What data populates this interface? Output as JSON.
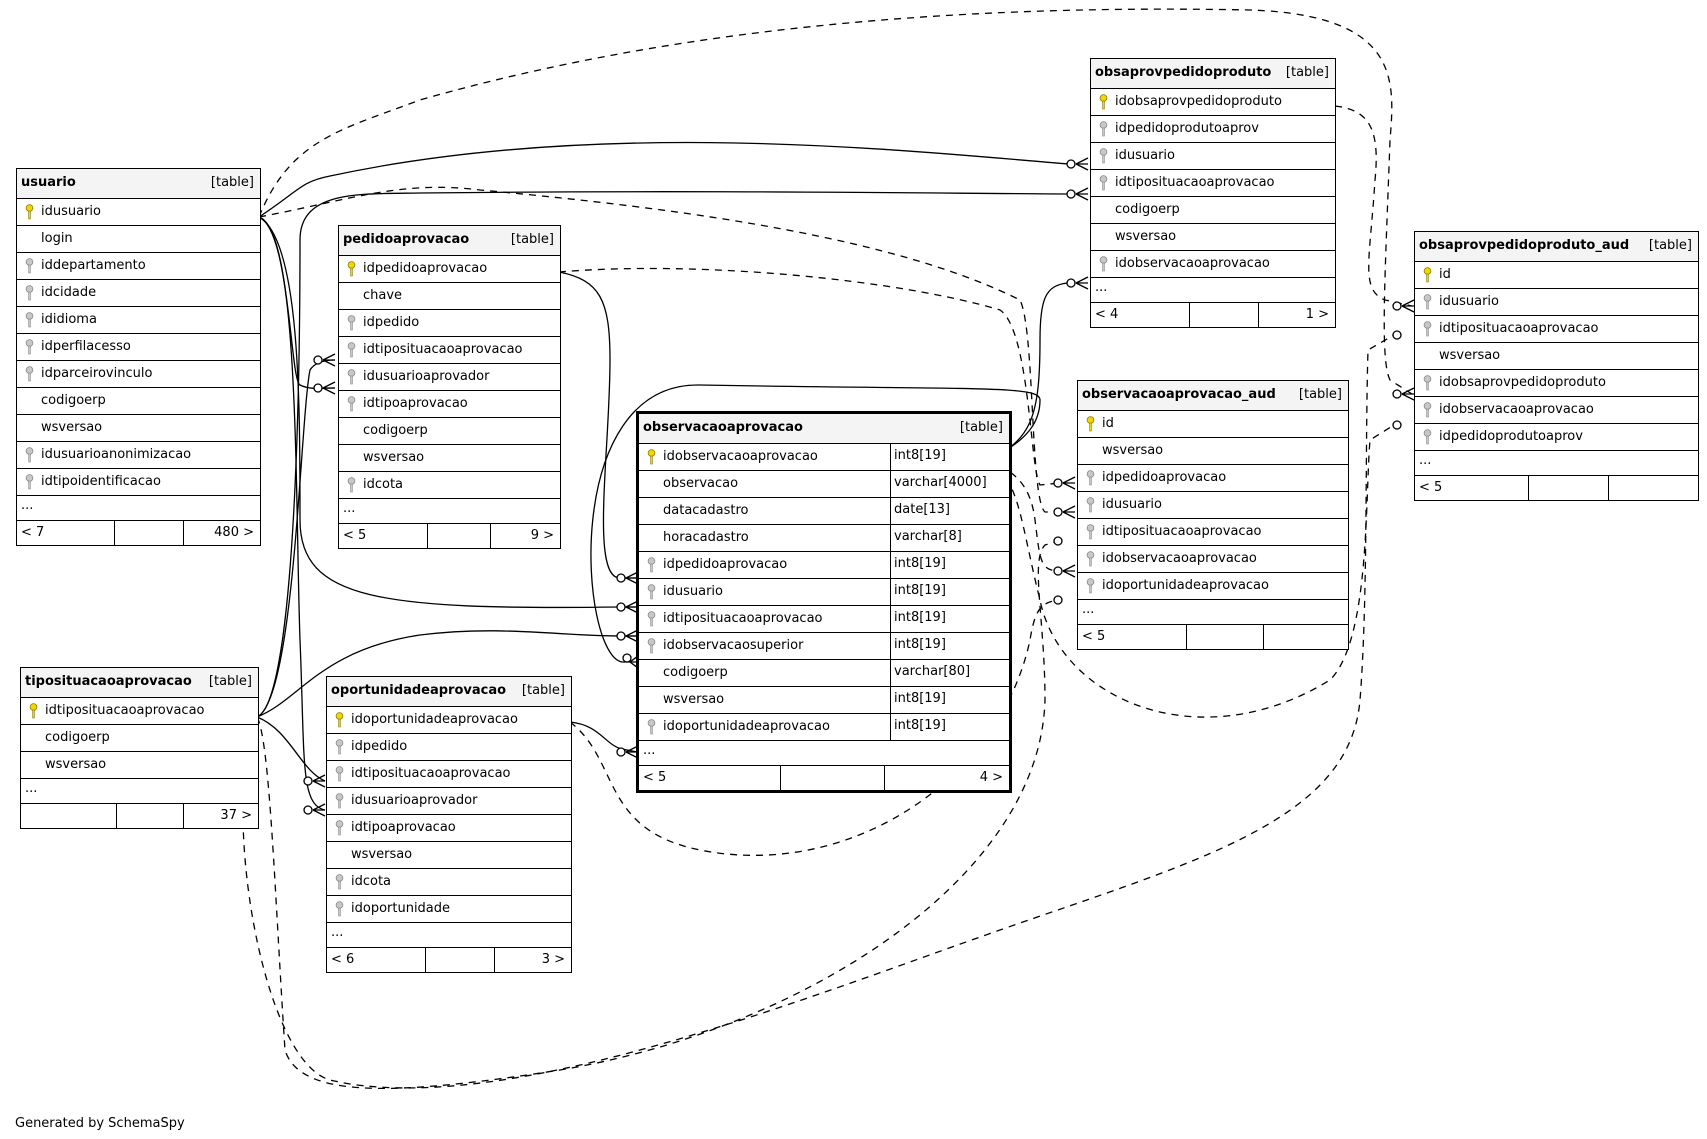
{
  "credit": "Generated by SchemaSpy",
  "table_type_label": "[table]",
  "ellipsis": "...",
  "tables": {
    "usuario": {
      "name": "usuario",
      "columns": [
        {
          "name": "idusuario",
          "key": "primary"
        },
        {
          "name": "login",
          "key": "none"
        },
        {
          "name": "iddepartamento",
          "key": "foreign"
        },
        {
          "name": "idcidade",
          "key": "foreign"
        },
        {
          "name": "ididioma",
          "key": "foreign"
        },
        {
          "name": "idperfilacesso",
          "key": "foreign"
        },
        {
          "name": "idparceirovinculo",
          "key": "foreign"
        },
        {
          "name": "codigoerp",
          "key": "none"
        },
        {
          "name": "wsversao",
          "key": "none"
        },
        {
          "name": "idusuarioanonimizacao",
          "key": "foreign"
        },
        {
          "name": "idtipoidentificacao",
          "key": "foreign"
        }
      ],
      "footer_left": "< 7",
      "footer_right": "480 >"
    },
    "tiposituacaoaprovacao": {
      "name": "tiposituacaoaprovacao",
      "columns": [
        {
          "name": "idtiposituacaoaprovacao",
          "key": "primary"
        },
        {
          "name": "codigoerp",
          "key": "none"
        },
        {
          "name": "wsversao",
          "key": "none"
        }
      ],
      "footer_left": "",
      "footer_right": "37 >"
    },
    "pedidoaprovacao": {
      "name": "pedidoaprovacao",
      "columns": [
        {
          "name": "idpedidoaprovacao",
          "key": "primary"
        },
        {
          "name": "chave",
          "key": "none"
        },
        {
          "name": "idpedido",
          "key": "foreign"
        },
        {
          "name": "idtiposituacaoaprovacao",
          "key": "foreign"
        },
        {
          "name": "idusuarioaprovador",
          "key": "foreign"
        },
        {
          "name": "idtipoaprovacao",
          "key": "foreign"
        },
        {
          "name": "codigoerp",
          "key": "none"
        },
        {
          "name": "wsversao",
          "key": "none"
        },
        {
          "name": "idcota",
          "key": "foreign"
        }
      ],
      "footer_left": "< 5",
      "footer_right": "9 >"
    },
    "oportunidadeaprovacao": {
      "name": "oportunidadeaprovacao",
      "columns": [
        {
          "name": "idoportunidadeaprovacao",
          "key": "primary"
        },
        {
          "name": "idpedido",
          "key": "foreign"
        },
        {
          "name": "idtiposituacaoaprovacao",
          "key": "foreign"
        },
        {
          "name": "idusuarioaprovador",
          "key": "foreign"
        },
        {
          "name": "idtipoaprovacao",
          "key": "foreign"
        },
        {
          "name": "wsversao",
          "key": "none"
        },
        {
          "name": "idcota",
          "key": "foreign"
        },
        {
          "name": "idoportunidade",
          "key": "foreign"
        }
      ],
      "footer_left": "< 6",
      "footer_right": "3 >"
    },
    "observacaoaprovacao": {
      "name": "observacaoaprovacao",
      "columns": [
        {
          "name": "idobservacaoaprovacao",
          "key": "primary",
          "type": "int8[19]"
        },
        {
          "name": "observacao",
          "key": "none",
          "type": "varchar[4000]"
        },
        {
          "name": "datacadastro",
          "key": "none",
          "type": "date[13]"
        },
        {
          "name": "horacadastro",
          "key": "none",
          "type": "varchar[8]"
        },
        {
          "name": "idpedidoaprovacao",
          "key": "foreign",
          "type": "int8[19]"
        },
        {
          "name": "idusuario",
          "key": "foreign",
          "type": "int8[19]"
        },
        {
          "name": "idtiposituacaoaprovacao",
          "key": "foreign",
          "type": "int8[19]"
        },
        {
          "name": "idobservacaosuperior",
          "key": "foreign",
          "type": "int8[19]"
        },
        {
          "name": "codigoerp",
          "key": "none",
          "type": "varchar[80]"
        },
        {
          "name": "wsversao",
          "key": "none",
          "type": "int8[19]"
        },
        {
          "name": "idoportunidadeaprovacao",
          "key": "foreign",
          "type": "int8[19]"
        }
      ],
      "footer_left": "< 5",
      "footer_right": "4 >"
    },
    "obsaprovpedidoproduto": {
      "name": "obsaprovpedidoproduto",
      "columns": [
        {
          "name": "idobsaprovpedidoproduto",
          "key": "primary"
        },
        {
          "name": "idpedidoprodutoaprov",
          "key": "foreign"
        },
        {
          "name": "idusuario",
          "key": "foreign"
        },
        {
          "name": "idtiposituacaoaprovacao",
          "key": "foreign"
        },
        {
          "name": "codigoerp",
          "key": "none"
        },
        {
          "name": "wsversao",
          "key": "none"
        },
        {
          "name": "idobservacaoaprovacao",
          "key": "foreign"
        }
      ],
      "footer_left": "< 4",
      "footer_right": "1 >"
    },
    "observacaoaprovacao_aud": {
      "name": "observacaoaprovacao_aud",
      "columns": [
        {
          "name": "id",
          "key": "primary"
        },
        {
          "name": "wsversao",
          "key": "none"
        },
        {
          "name": "idpedidoaprovacao",
          "key": "foreign"
        },
        {
          "name": "idusuario",
          "key": "foreign"
        },
        {
          "name": "idtiposituacaoaprovacao",
          "key": "foreign"
        },
        {
          "name": "idobservacaoaprovacao",
          "key": "foreign"
        },
        {
          "name": "idoportunidadeaprovacao",
          "key": "foreign"
        }
      ],
      "footer_left": "< 5",
      "footer_right": ""
    },
    "obsaprovpedidoproduto_aud": {
      "name": "obsaprovpedidoproduto_aud",
      "columns": [
        {
          "name": "id",
          "key": "primary"
        },
        {
          "name": "idusuario",
          "key": "foreign"
        },
        {
          "name": "idtiposituacaoaprovacao",
          "key": "foreign"
        },
        {
          "name": "wsversao",
          "key": "none"
        },
        {
          "name": "idobsaprovpedidoproduto",
          "key": "foreign"
        },
        {
          "name": "idobservacaoaprovacao",
          "key": "foreign"
        },
        {
          "name": "idpedidoprodutoaprov",
          "key": "foreign"
        }
      ],
      "footer_left": "< 5",
      "footer_right": ""
    }
  },
  "relationships": [
    {
      "from": "usuario.idusuario",
      "to": "obsaprovpedidoproduto.idusuario",
      "style": "solid"
    },
    {
      "from": "tiposituacaoaprovacao.idtiposituacaoaprovacao",
      "to": "obsaprovpedidoproduto.idtiposituacaoaprovacao",
      "style": "solid"
    },
    {
      "from": "observacaoaprovacao.idobservacaoaprovacao",
      "to": "obsaprovpedidoproduto.idobservacaoaprovacao",
      "style": "solid"
    },
    {
      "from": "usuario.idusuario",
      "to": "pedidoaprovacao.idusuarioaprovador",
      "style": "solid"
    },
    {
      "from": "tiposituacaoaprovacao.idtiposituacaoaprovacao",
      "to": "pedidoaprovacao.idtiposituacaoaprovacao",
      "style": "solid"
    },
    {
      "from": "pedidoaprovacao.idpedidoaprovacao",
      "to": "observacaoaprovacao.idpedidoaprovacao",
      "style": "solid"
    },
    {
      "from": "usuario.idusuario",
      "to": "observacaoaprovacao.idusuario",
      "style": "solid"
    },
    {
      "from": "tiposituacaoaprovacao.idtiposituacaoaprovacao",
      "to": "observacaoaprovacao.idtiposituacaoaprovacao",
      "style": "solid"
    },
    {
      "from": "observacaoaprovacao.idobservacaoaprovacao",
      "to": "observacaoaprovacao.idobservacaosuperior",
      "style": "solid"
    },
    {
      "from": "oportunidadeaprovacao.idoportunidadeaprovacao",
      "to": "observacaoaprovacao.idoportunidadeaprovacao",
      "style": "solid"
    },
    {
      "from": "usuario.idusuario",
      "to": "oportunidadeaprovacao.idusuarioaprovador",
      "style": "solid"
    },
    {
      "from": "tiposituacaoaprovacao.idtiposituacaoaprovacao",
      "to": "oportunidadeaprovacao.idtiposituacaoaprovacao",
      "style": "solid"
    },
    {
      "from": "obsaprovpedidoproduto.idobsaprovpedidoproduto",
      "to": "obsaprovpedidoproduto_aud.idobsaprovpedidoproduto",
      "style": "dashed"
    },
    {
      "from": "usuario.idusuario",
      "to": "obsaprovpedidoproduto_aud.idusuario",
      "style": "dashed"
    },
    {
      "from": "tiposituacaoaprovacao.idtiposituacaoaprovacao",
      "to": "obsaprovpedidoproduto_aud.idtiposituacaoaprovacao",
      "style": "dashed"
    },
    {
      "from": "observacaoaprovacao.idobservacaoaprovacao",
      "to": "obsaprovpedidoproduto_aud.idobservacaoaprovacao",
      "style": "dashed"
    },
    {
      "from": "pedidoaprovacao.idpedidoaprovacao",
      "to": "observacaoaprovacao_aud.idpedidoaprovacao",
      "style": "dashed"
    },
    {
      "from": "usuario.idusuario",
      "to": "observacaoaprovacao_aud.idusuario",
      "style": "dashed"
    },
    {
      "from": "tiposituacaoaprovacao.idtiposituacaoaprovacao",
      "to": "observacaoaprovacao_aud.idtiposituacaoaprovacao",
      "style": "dashed"
    },
    {
      "from": "observacaoaprovacao.idobservacaoaprovacao",
      "to": "observacaoaprovacao_aud.idobservacaoaprovacao",
      "style": "dashed"
    },
    {
      "from": "oportunidadeaprovacao.idoportunidadeaprovacao",
      "to": "observacaoaprovacao_aud.idoportunidadeaprovacao",
      "style": "dashed"
    }
  ]
}
